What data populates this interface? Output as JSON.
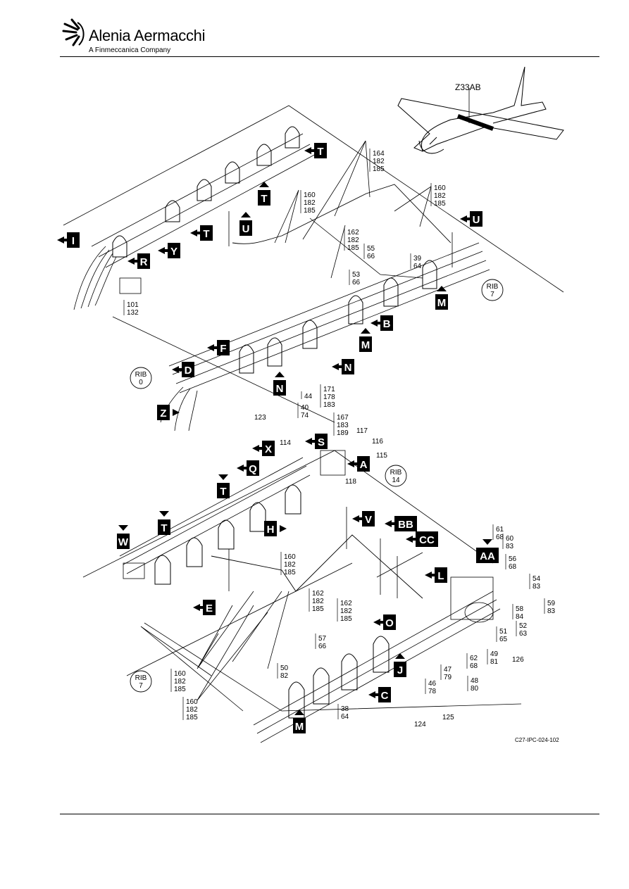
{
  "header": {
    "company": "Alenia Aermacchi",
    "tagline": "A Finmeccanica Company"
  },
  "figure_id": "C27-IPC-024-102",
  "zone": "Z33AB",
  "ribs": [
    {
      "id": "rib7a",
      "l1": "RIB",
      "l2": "7"
    },
    {
      "id": "rib0",
      "l1": "RIB",
      "l2": "0"
    },
    {
      "id": "rib14",
      "l1": "RIB",
      "l2": "14"
    },
    {
      "id": "rib7b",
      "l1": "RIB",
      "l2": "7"
    }
  ],
  "view_letters": [
    "T",
    "T",
    "T",
    "U",
    "U",
    "I",
    "R",
    "Y",
    "B",
    "M",
    "M",
    "N",
    "N",
    "F",
    "D",
    "Z",
    "A",
    "S",
    "X",
    "Q",
    "T",
    "T",
    "W",
    "H",
    "V",
    "BB",
    "CC",
    "AA",
    "L",
    "E",
    "O",
    "J",
    "C",
    "M"
  ],
  "callouts": [
    [
      "164",
      "182",
      "185"
    ],
    [
      "160",
      "182",
      "185"
    ],
    [
      "160",
      "182",
      "185"
    ],
    [
      "162",
      "182",
      "185"
    ],
    [
      "55",
      "66"
    ],
    [
      "39",
      "64"
    ],
    [
      "53",
      "66"
    ],
    [
      "101",
      "132"
    ],
    [
      "171",
      "178",
      "183"
    ],
    [
      "44"
    ],
    [
      "40",
      "74"
    ],
    [
      "123"
    ],
    [
      "167",
      "183",
      "189"
    ],
    [
      "117"
    ],
    [
      "116"
    ],
    [
      "115"
    ],
    [
      "114"
    ],
    [
      "118"
    ],
    [
      "160",
      "182",
      "185"
    ],
    [
      "162",
      "182",
      "185"
    ],
    [
      "162",
      "182",
      "185"
    ],
    [
      "61",
      "68"
    ],
    [
      "60",
      "83"
    ],
    [
      "56",
      "68"
    ],
    [
      "54",
      "83"
    ],
    [
      "59",
      "83"
    ],
    [
      "58",
      "84"
    ],
    [
      "52",
      "63"
    ],
    [
      "51",
      "65"
    ],
    [
      "126"
    ],
    [
      "49",
      "81"
    ],
    [
      "62",
      "68"
    ],
    [
      "48",
      "80"
    ],
    [
      "47",
      "79"
    ],
    [
      "46",
      "78"
    ],
    [
      "125"
    ],
    [
      "124"
    ],
    [
      "57",
      "66"
    ],
    [
      "50",
      "82"
    ],
    [
      "38",
      "64"
    ],
    [
      "160",
      "182",
      "185"
    ],
    [
      "160",
      "182",
      "185"
    ]
  ],
  "colors": {
    "ink": "#000000",
    "paper": "#ffffff",
    "hatch": "#555555"
  }
}
